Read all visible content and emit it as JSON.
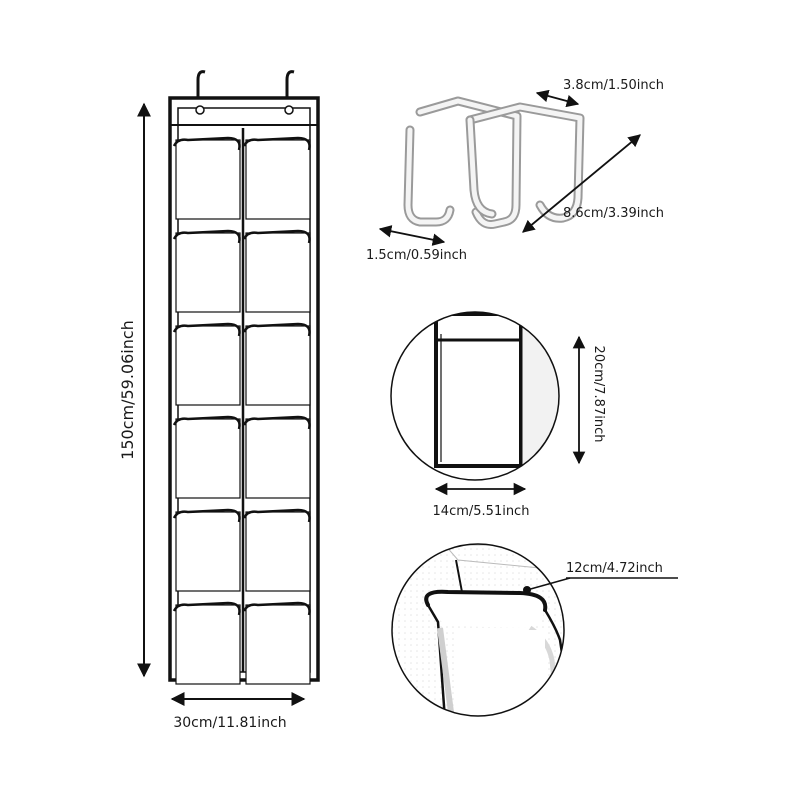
{
  "dimensions": {
    "height": "150cm/59.06inch",
    "width": "30cm/11.81inch",
    "hook_width": "3.8cm/1.50inch",
    "hook_length": "8.6cm/3.39inch",
    "hook_thickness": "1.5cm/0.59inch",
    "pocket_height": "20cm/7.87inch",
    "pocket_width": "14cm/5.51inch",
    "pocket_depth": "12cm/4.72inch"
  },
  "colors": {
    "border": "#111111",
    "fabric": "#ffffff",
    "hook": "#9a9a9a"
  }
}
